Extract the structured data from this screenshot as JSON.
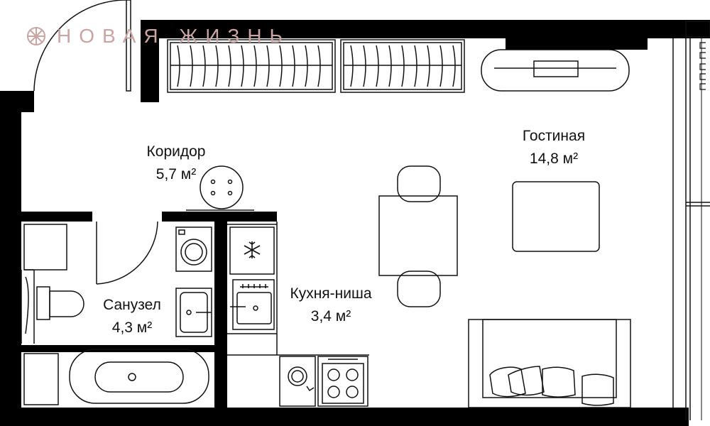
{
  "brand": {
    "logo_text": "НОВАЯ ЖИЗНЬ",
    "color": "#c9a5a3"
  },
  "rooms": {
    "corridor": {
      "name": "Коридор",
      "area": "5,7 м²"
    },
    "living": {
      "name": "Гостиная",
      "area": "14,8 м²"
    },
    "bathroom": {
      "name": "Санузел",
      "area": "4,3 м²"
    },
    "kitchen": {
      "name": "Кухня-ниша",
      "area": "3,4 м²"
    }
  },
  "colors": {
    "wall": "#000000",
    "line": "#111111",
    "background": "#ffffff"
  },
  "icons": [
    "snowflake-icon",
    "logo-emblem-icon"
  ]
}
